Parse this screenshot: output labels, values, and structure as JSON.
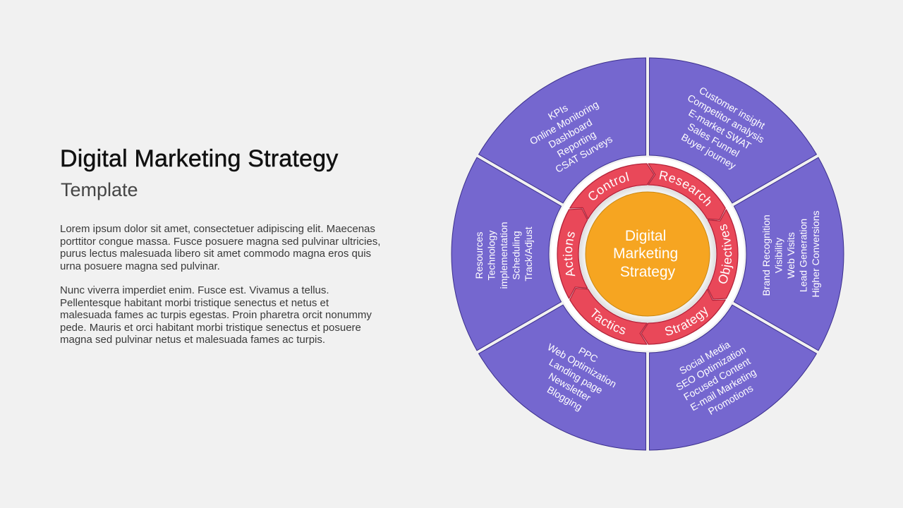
{
  "header": {
    "title": "Digital Marketing Strategy",
    "subtitle": "Template"
  },
  "body": {
    "paragraphs": [
      {
        "lines": [
          "Lorem ipsum dolor sit amet, consectetuer adipiscing elit. Maecenas",
          "porttitor congue massa. Fusce posuere magna sed pulvinar ultricies,",
          "purus lectus malesuada libero sit amet commodo magna eros quis",
          "urna posuere magna sed pulvinar."
        ]
      },
      {
        "lines": [
          "Nunc viverra imperdiet enim. Fusce est. Vivamus a tellus.",
          "Pellentesque habitant morbi tristique senectus et netus et",
          "malesuada fames ac turpis egestas. Proin pharetra orcit nonummy",
          "pede. Mauris et orci habitant morbi tristique senectus et posuere",
          "magna sed pulvinar netus et malesuada fames ac turpis."
        ]
      }
    ]
  },
  "diagram": {
    "center": {
      "lines": [
        "Digital",
        "Marketing",
        "Strategy"
      ]
    },
    "ring": [
      {
        "label": "Research"
      },
      {
        "label": "Objectives"
      },
      {
        "label": "Strategy"
      },
      {
        "label": "Tactics"
      },
      {
        "label": "Actions"
      },
      {
        "label": "Control"
      }
    ],
    "segments": [
      {
        "position": "top-right",
        "items": [
          "Customer insight",
          "Competitor analysis",
          "E-market SWAT",
          "Sales Funnel",
          "Buyer journey"
        ]
      },
      {
        "position": "right",
        "items": [
          "Brand Recognition",
          "Visibility",
          "Web Visits",
          "Lead Generation",
          "Higher Conversions"
        ]
      },
      {
        "position": "bottom-right",
        "items": [
          "Social Media",
          "SEO Optimization",
          "Focused Content",
          "E-mail Marketing",
          "Promotions"
        ]
      },
      {
        "position": "bottom-left",
        "items": [
          "PPC",
          "Web Optimization",
          "Landing page",
          "Newsletter",
          "Blogging"
        ]
      },
      {
        "position": "left",
        "items": [
          "Resources",
          "Technology",
          "implementation",
          "Scheduling",
          "Track/Adjust"
        ]
      },
      {
        "position": "top-left",
        "items": [
          "KPIs",
          "Online Monitoring",
          "Dashboard",
          "Reporting",
          "CSAT Surveys"
        ]
      }
    ]
  },
  "colors": {
    "background": "#F1F1F1",
    "segment": "#7567CF",
    "ring": "#E94859",
    "center": "#F6A521",
    "title": "#111111"
  }
}
